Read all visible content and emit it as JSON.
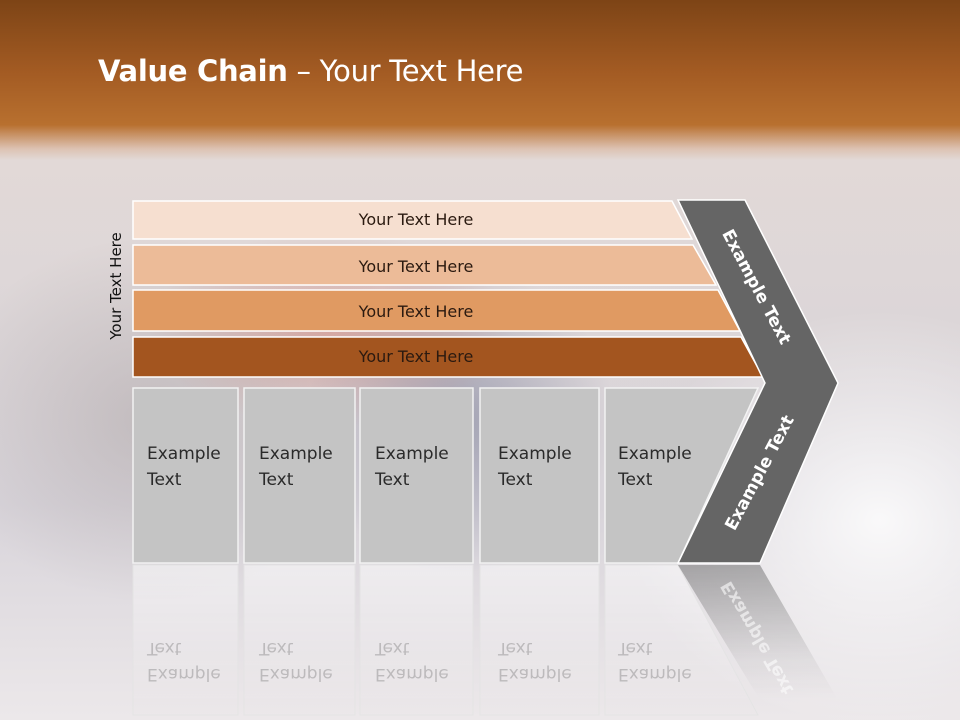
{
  "slide": {
    "title_bold": "Value Chain",
    "title_rest": " – Your Text Here",
    "side_label": "Your Text Here"
  },
  "bands": [
    {
      "label": "Your Text Here",
      "color": "#f6dfd0"
    },
    {
      "label": "Your Text Here",
      "color": "#ecbb98"
    },
    {
      "label": "Your Text Here",
      "color": "#e09a62"
    },
    {
      "label": "Your Text Here",
      "color": "#a3551f"
    }
  ],
  "boxes": [
    {
      "line1": "Example",
      "line2": "Text"
    },
    {
      "line1": "Example",
      "line2": "Text"
    },
    {
      "line1": "Example",
      "line2": "Text"
    },
    {
      "line1": "Example",
      "line2": "Text"
    },
    {
      "line1": "Example",
      "line2": "Text"
    }
  ],
  "chevron": {
    "top_label": "Example Text",
    "bottom_label": "Example Text",
    "color": "#656565"
  },
  "box_color": "#c4c4c4"
}
